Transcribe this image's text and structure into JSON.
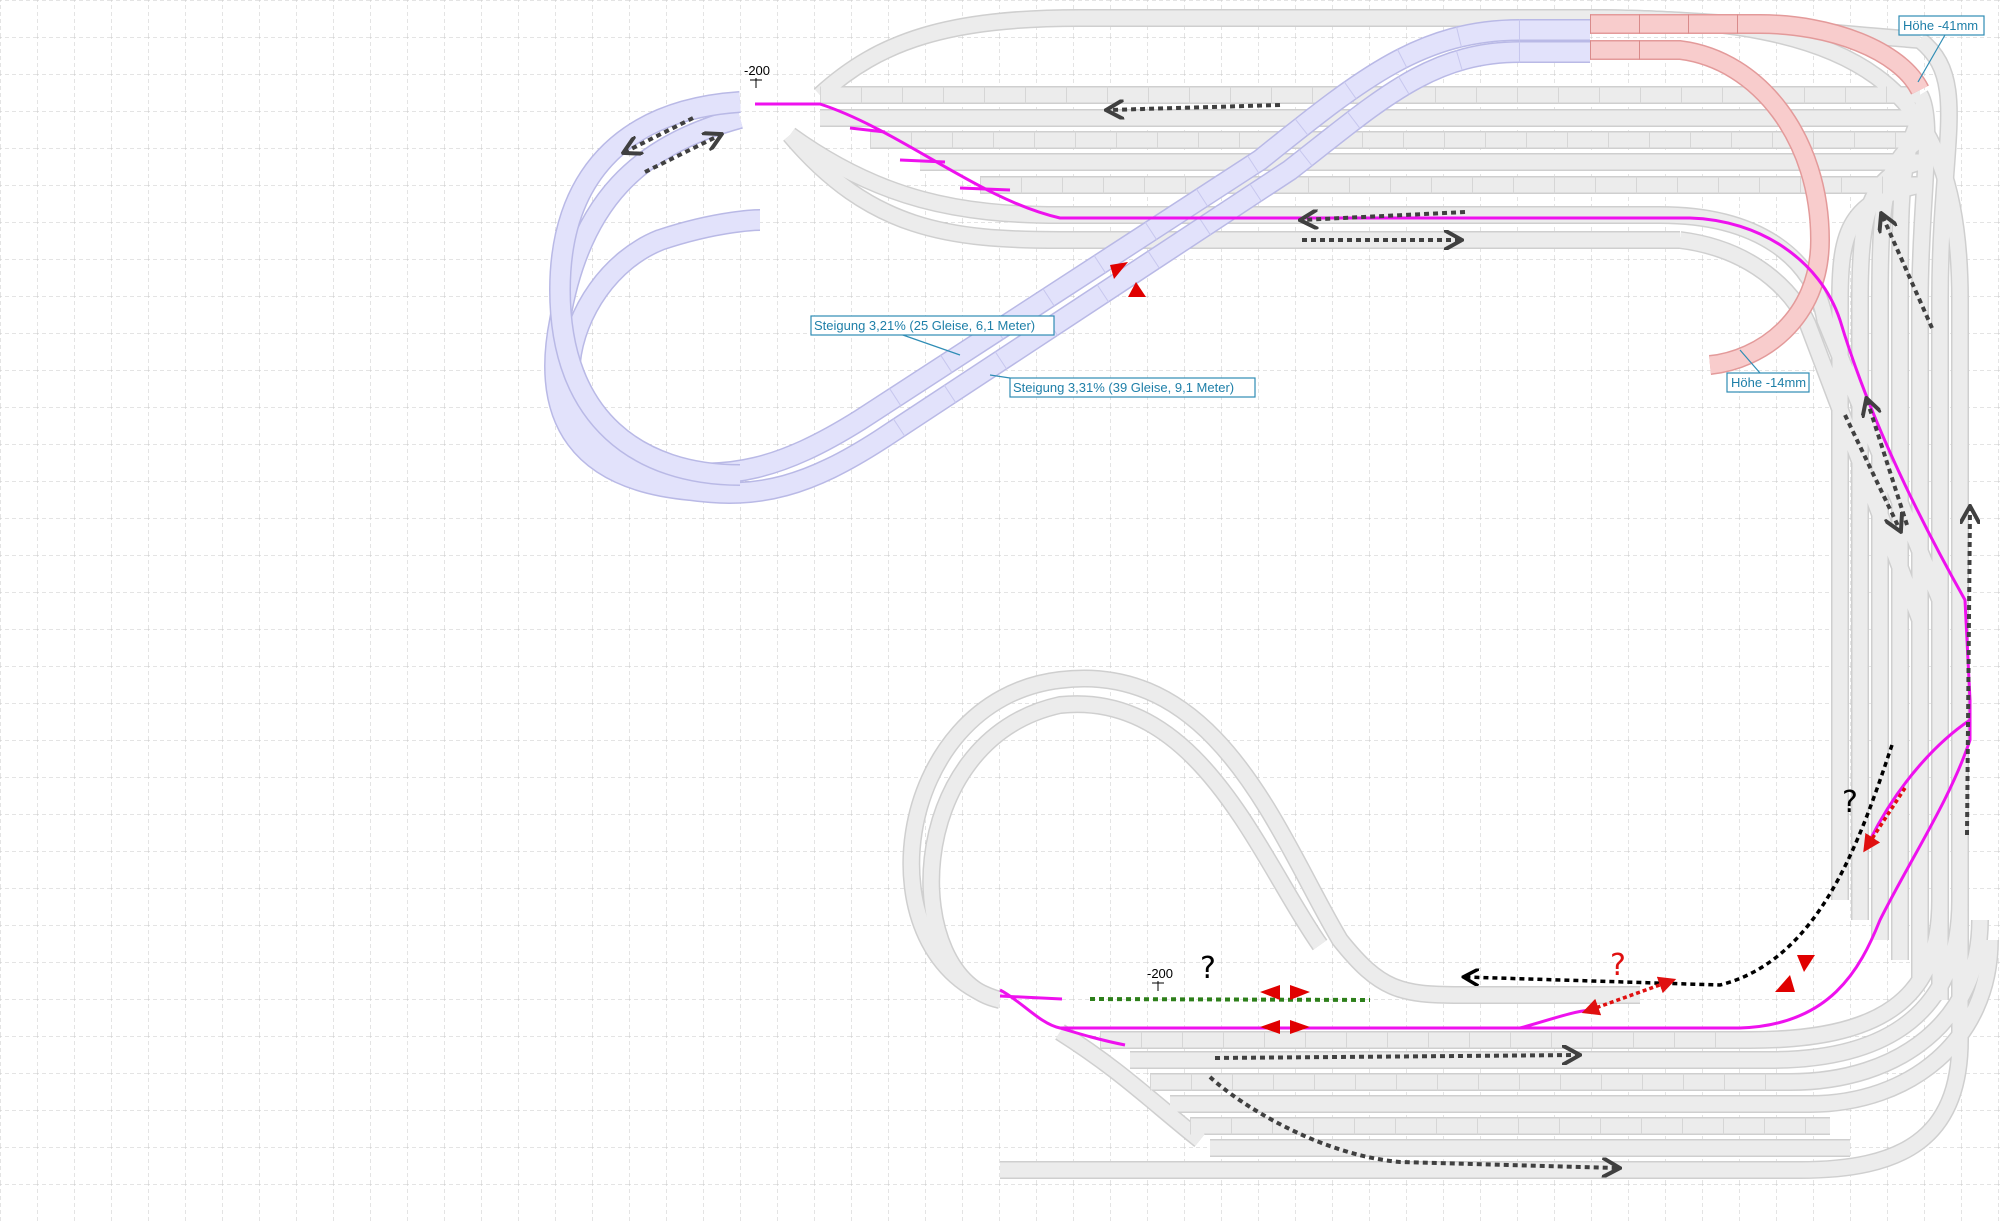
{
  "labels": {
    "hoehe_top": "Höhe -41mm",
    "hoehe_mid": "Höhe -14mm",
    "steigung_1": "Steigung 3,21% (25 Gleise, 6,1 Meter)",
    "steigung_2": "Steigung 3,31% (39 Gleise, 9,1 Meter)",
    "marker_top": "-200",
    "marker_bottom": "-200",
    "question_1": "?",
    "question_2": "?",
    "question_3": "?"
  },
  "colors": {
    "background": "#ffffff",
    "grid": "#c9c9c9",
    "track_gray": "#ececec",
    "track_gray_edge": "#cfcfcf",
    "track_blue": "#e2e2fb",
    "track_blue_edge": "#b9b9e6",
    "track_red": "#f8cccc",
    "track_red_edge": "#e39a9a",
    "route_magenta": "#ee11ee",
    "arrow_dark": "#404040",
    "arrow_black": "#000000",
    "arrow_red": "#e01010",
    "arrow_green": "#2d7f1a",
    "signal_red": "#e00000",
    "label_blue": "#1e7fa8"
  }
}
